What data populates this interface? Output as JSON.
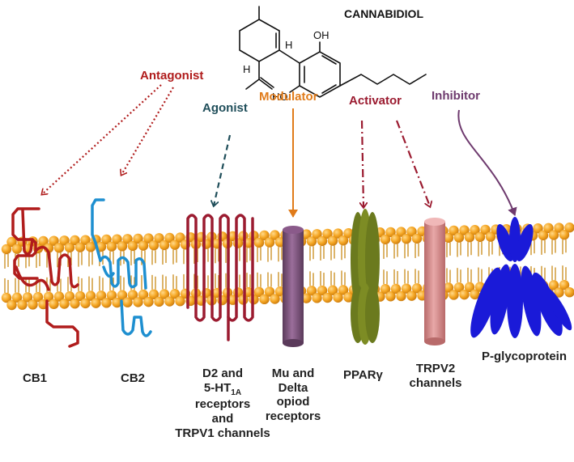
{
  "molecule": {
    "name": "CANNABIDIOL",
    "atoms": {
      "h_top": "H",
      "h_left": "H",
      "oh_top": "OH",
      "oh_bottom": "HO"
    }
  },
  "actions": {
    "antagonist": {
      "label": "Antagonist",
      "color": "#b01c1c"
    },
    "agonist": {
      "label": "Agonist",
      "color": "#1f4e5a"
    },
    "modulator": {
      "label": "Modulator",
      "color": "#e07b1a"
    },
    "activator": {
      "label": "Activator",
      "color": "#9b1b30"
    },
    "inhibitor": {
      "label": "Inhibitor",
      "color": "#6e3a6e"
    }
  },
  "targets": {
    "cb1": {
      "label": "CB1",
      "color": "#b01c1c"
    },
    "cb2": {
      "label": "CB2",
      "color": "#1e8fd0"
    },
    "d2": {
      "lines": [
        "D2 and",
        "5-HT",
        "receptors",
        "and",
        "TRPV1 channels"
      ],
      "sub": "1A",
      "color": "#9b1b30"
    },
    "mu": {
      "lines": [
        "Mu and",
        "Delta",
        "opiod",
        "receptors"
      ],
      "color": "#7a4f7a"
    },
    "ppar": {
      "label": "PPARγ",
      "color": "#6b7a1e"
    },
    "trpv2": {
      "lines": [
        "TRPV2",
        "channels"
      ],
      "color": "#d88a8a"
    },
    "pgp": {
      "label": "P-glycoprotein",
      "color": "#1a1ad8"
    }
  },
  "membrane": {
    "head_color": "#f5a623",
    "tail_color": "#c98b1a"
  }
}
